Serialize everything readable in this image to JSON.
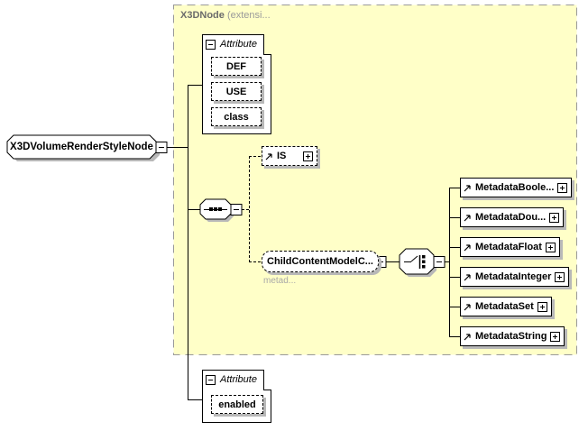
{
  "diagram": {
    "root_node": {
      "label": "X3DVolumeRenderStyleNode"
    },
    "extension_group": {
      "name": "X3DNode",
      "suffix": " (extensi..."
    },
    "attribute_group_top": {
      "title": "Attribute",
      "attributes": [
        "DEF",
        "USE",
        "class"
      ]
    },
    "is_element": {
      "label": "IS"
    },
    "child_content_model": {
      "label": "ChildContentModelC...",
      "annotation": "metad..."
    },
    "metadata_elements": [
      "MetadataBoole...",
      "MetadataDou...",
      "MetadataFloat",
      "MetadataInteger",
      "MetadataSet",
      "MetadataString"
    ],
    "attribute_group_bottom": {
      "title": "Attribute",
      "attributes": [
        "enabled"
      ]
    },
    "colors": {
      "group_fill": "#ffffc8",
      "group_border": "#999999",
      "shadow": "#b8b8b8",
      "line": "#000000",
      "muted_text": "#a8a8a8",
      "header_text": "#6b6b6b"
    }
  }
}
